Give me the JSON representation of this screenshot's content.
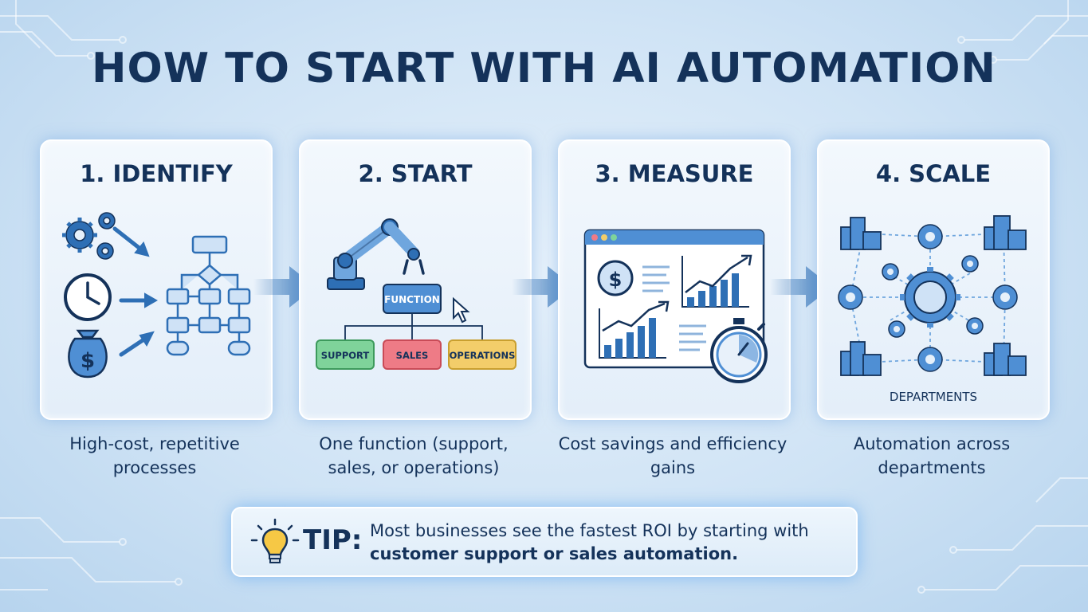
{
  "title": "HOW TO START WITH AI AUTOMATION",
  "steps": [
    {
      "title": "1. IDENTIFY",
      "caption": "High-cost, repetitive processes"
    },
    {
      "title": "2. START",
      "caption": "One function (support, sales, or operations)",
      "labels": {
        "function": "FUNCTION",
        "support": "SUPPORT",
        "sales": "SALES",
        "operations": "OPERATIONS"
      }
    },
    {
      "title": "3. MEASURE",
      "caption": "Cost savings and efficiency gains"
    },
    {
      "title": "4. SCALE",
      "caption": "Automation across departments",
      "labels": {
        "departments": "DEPARTMENTS"
      }
    }
  ],
  "tip": {
    "label": "TIP:",
    "text_plain": "Most businesses see the fastest ROI by starting with ",
    "text_bold": "customer support or sales automation."
  },
  "icons": {
    "identify": [
      "gears-icon",
      "clock-icon",
      "money-bag-icon",
      "flowchart-icon"
    ],
    "start": [
      "robot-arm-icon",
      "cursor-icon"
    ],
    "measure": [
      "dashboard-window-icon",
      "dollar-coin-icon",
      "bar-chart-icon",
      "stopwatch-icon"
    ],
    "scale": [
      "building-icon",
      "gear-network-icon"
    ],
    "tip": [
      "lightbulb-icon"
    ]
  },
  "colors": {
    "title": "#14325a",
    "accent": "#2e6fb5",
    "support": "#7fd39a",
    "sales": "#ee7b86",
    "operations": "#f3cd6a"
  }
}
